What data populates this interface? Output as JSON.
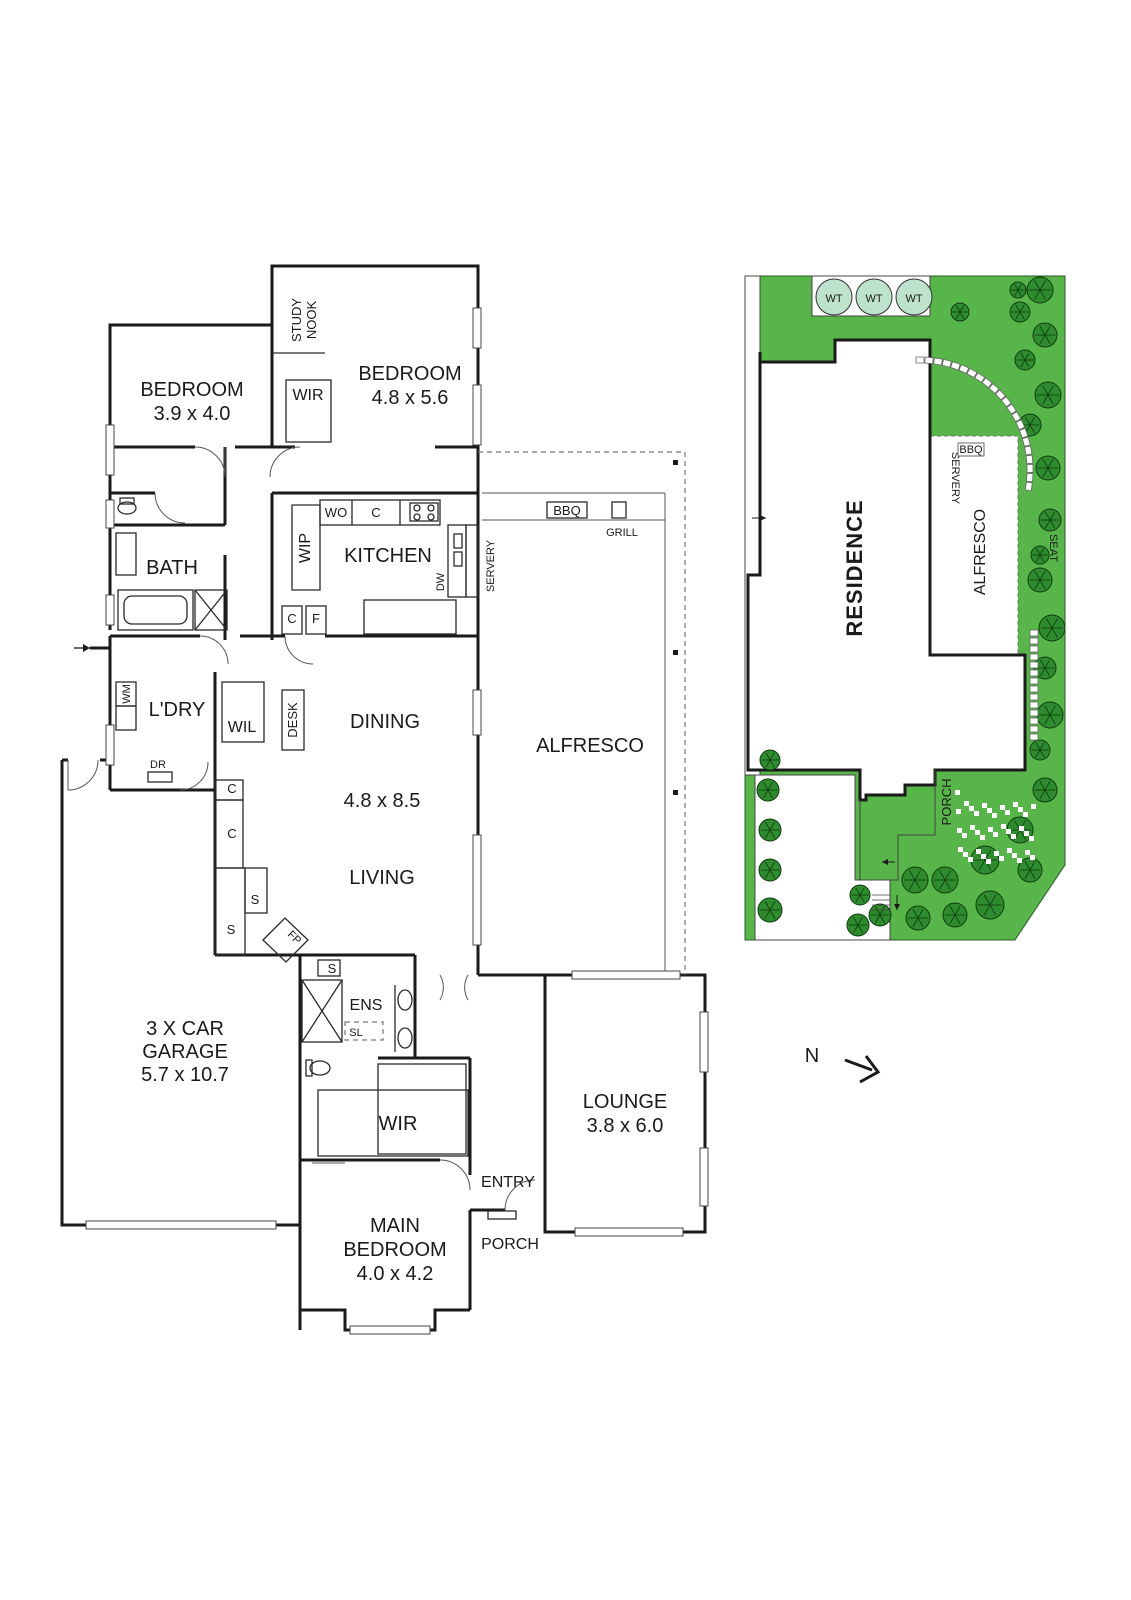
{
  "floorplan": {
    "rooms": {
      "bedroom_left": {
        "name": "BEDROOM",
        "dims": "3.9 x 4.0"
      },
      "bedroom_top": {
        "name": "BEDROOM",
        "dims": "4.8 x 5.6"
      },
      "study_nook": {
        "line1": "STUDY",
        "line2": "NOOK"
      },
      "wir_top": "WIR",
      "bath": "BATH",
      "kitchen": "KITCHEN",
      "wip": "WIP",
      "wo": "WO",
      "c_kitchen": "C",
      "dw": "DW",
      "servery": "SERVERY",
      "c_lower": "C",
      "f_lower": "F",
      "bbq": "BBQ",
      "grill": "GRILL",
      "laundry": "L'DRY",
      "wm": "WM",
      "dr": "DR",
      "wil": "WIL",
      "desk": "DESK",
      "dining": "DINING",
      "dining_living_dims": "4.8 x 8.5",
      "living": "LIVING",
      "alfresco": "ALFRESCO",
      "c_hall_1": "C",
      "c_hall_2": "C",
      "s_hall_1": "S",
      "s_hall_2": "S",
      "fp": "FP",
      "s_ens": "S",
      "ens": "ENS",
      "sl": "SL",
      "garage": {
        "line1": "3 X CAR",
        "line2": "GARAGE",
        "dims": "5.7 x 10.7"
      },
      "wir_main": "WIR",
      "lounge": {
        "name": "LOUNGE",
        "dims": "3.8 x 6.0"
      },
      "entry": "ENTRY",
      "porch": "PORCH",
      "main_bedroom": {
        "line1": "MAIN",
        "line2": "BEDROOM",
        "dims": "4.0 x 4.2"
      }
    }
  },
  "compass": {
    "label": "N"
  },
  "siteplan": {
    "residence": "RESIDENCE",
    "alfresco": "ALFRESCO",
    "servery": "SERVERY",
    "bbq": "BBQ",
    "seat": "SEAT",
    "porch": "PORCH",
    "water_tanks": [
      "WT",
      "WT",
      "WT"
    ],
    "colors": {
      "lawn": "#58b54a",
      "tree": "#2e8b2e",
      "tank": "#bde3cd"
    }
  }
}
